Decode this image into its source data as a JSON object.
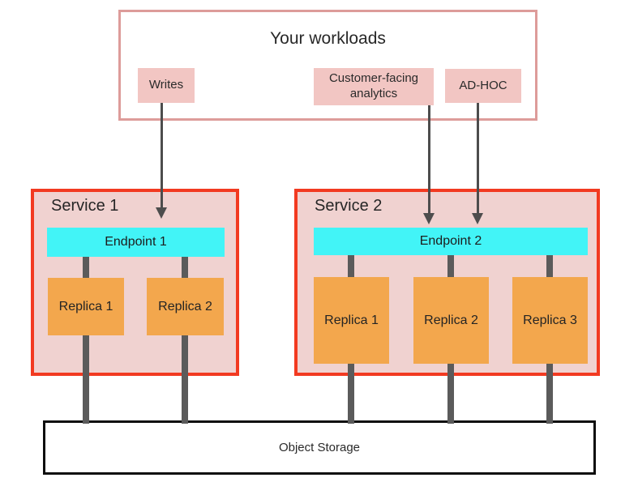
{
  "workloads": {
    "title": "Your workloads",
    "items": [
      {
        "label": "Writes"
      },
      {
        "label": "Customer-facing analytics"
      },
      {
        "label": "AD-HOC"
      }
    ]
  },
  "services": [
    {
      "title": "Service 1",
      "endpoint": "Endpoint 1",
      "replicas": [
        "Replica 1",
        "Replica 2"
      ]
    },
    {
      "title": "Service 2",
      "endpoint": "Endpoint 2",
      "replicas": [
        "Replica 1",
        "Replica 2",
        "Replica 3"
      ]
    }
  ],
  "storage": {
    "label": "Object Storage"
  },
  "colors": {
    "workloads_border": "#dd9c9a",
    "chip_fill": "#f2c6c3",
    "service_border": "#f23a21",
    "service_fill": "#f0d2d0",
    "endpoint_fill": "#42f4f7",
    "replica_fill": "#f3a74d",
    "pipe_gray": "#5b5b5b",
    "arrow_gray": "#4d4d4d",
    "storage_border": "#0d0d0d"
  }
}
